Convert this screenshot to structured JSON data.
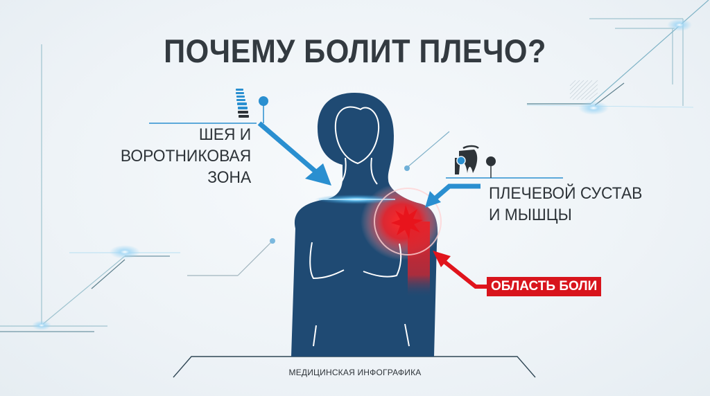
{
  "title": "ПОЧЕМУ БОЛИТ ПЛЕЧО?",
  "labels": {
    "neck": [
      "ШЕЯ И",
      "ВОРОТНИКОВАЯ",
      "ЗОНА"
    ],
    "shoulder": [
      "ПЛЕЧЕВОЙ СУСТАВ",
      "И МЫШЦЫ"
    ],
    "pain": "ОБЛАСТЬ БОЛИ"
  },
  "footer": "МЕДИЦИНСКАЯ ИНФОГРАФИКА",
  "icons": {
    "neck": "spine-icon",
    "shoulder": "shoulder-joint-icon",
    "pain": "pain-burst-icon"
  },
  "colors": {
    "silhouette": "#1f4a73",
    "arrow_blue": "#2a8fd0",
    "pain_red": "#e0141c",
    "text_dark": "#2d3338",
    "background": "#eef3f7"
  }
}
